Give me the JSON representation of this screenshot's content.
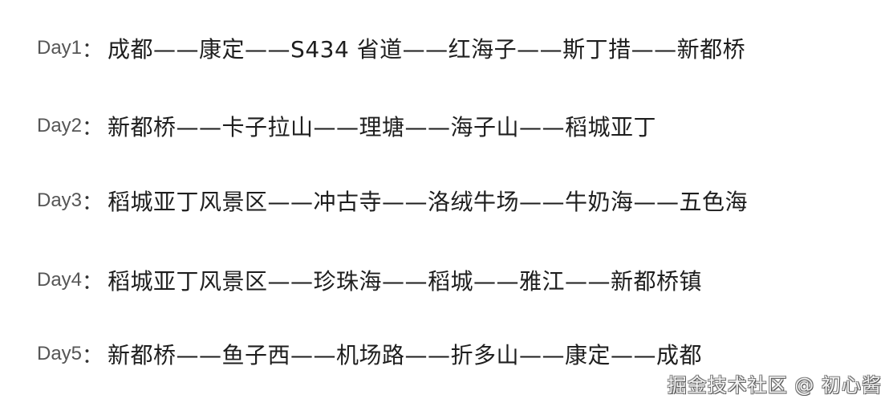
{
  "itinerary": {
    "days": [
      {
        "label": "Day1",
        "colon": "：",
        "route": "成都——康定——S434 省道——红海子——斯丁措——新都桥"
      },
      {
        "label": "Day2",
        "colon": "：",
        "route": "新都桥——卡子拉山——理塘——海子山——稻城亚丁"
      },
      {
        "label": "Day3",
        "colon": "：",
        "route": "稻城亚丁风景区——冲古寺——洛绒牛场——牛奶海——五色海"
      },
      {
        "label": "Day4",
        "colon": "：",
        "route": "稻城亚丁风景区——珍珠海——稻城——雅江——新都桥镇"
      },
      {
        "label": "Day5",
        "colon": "：",
        "route": "新都桥——鱼子西——机场路——折多山——康定——成都"
      }
    ]
  },
  "watermark": {
    "text": "掘金技术社区 @ 初心酱"
  }
}
